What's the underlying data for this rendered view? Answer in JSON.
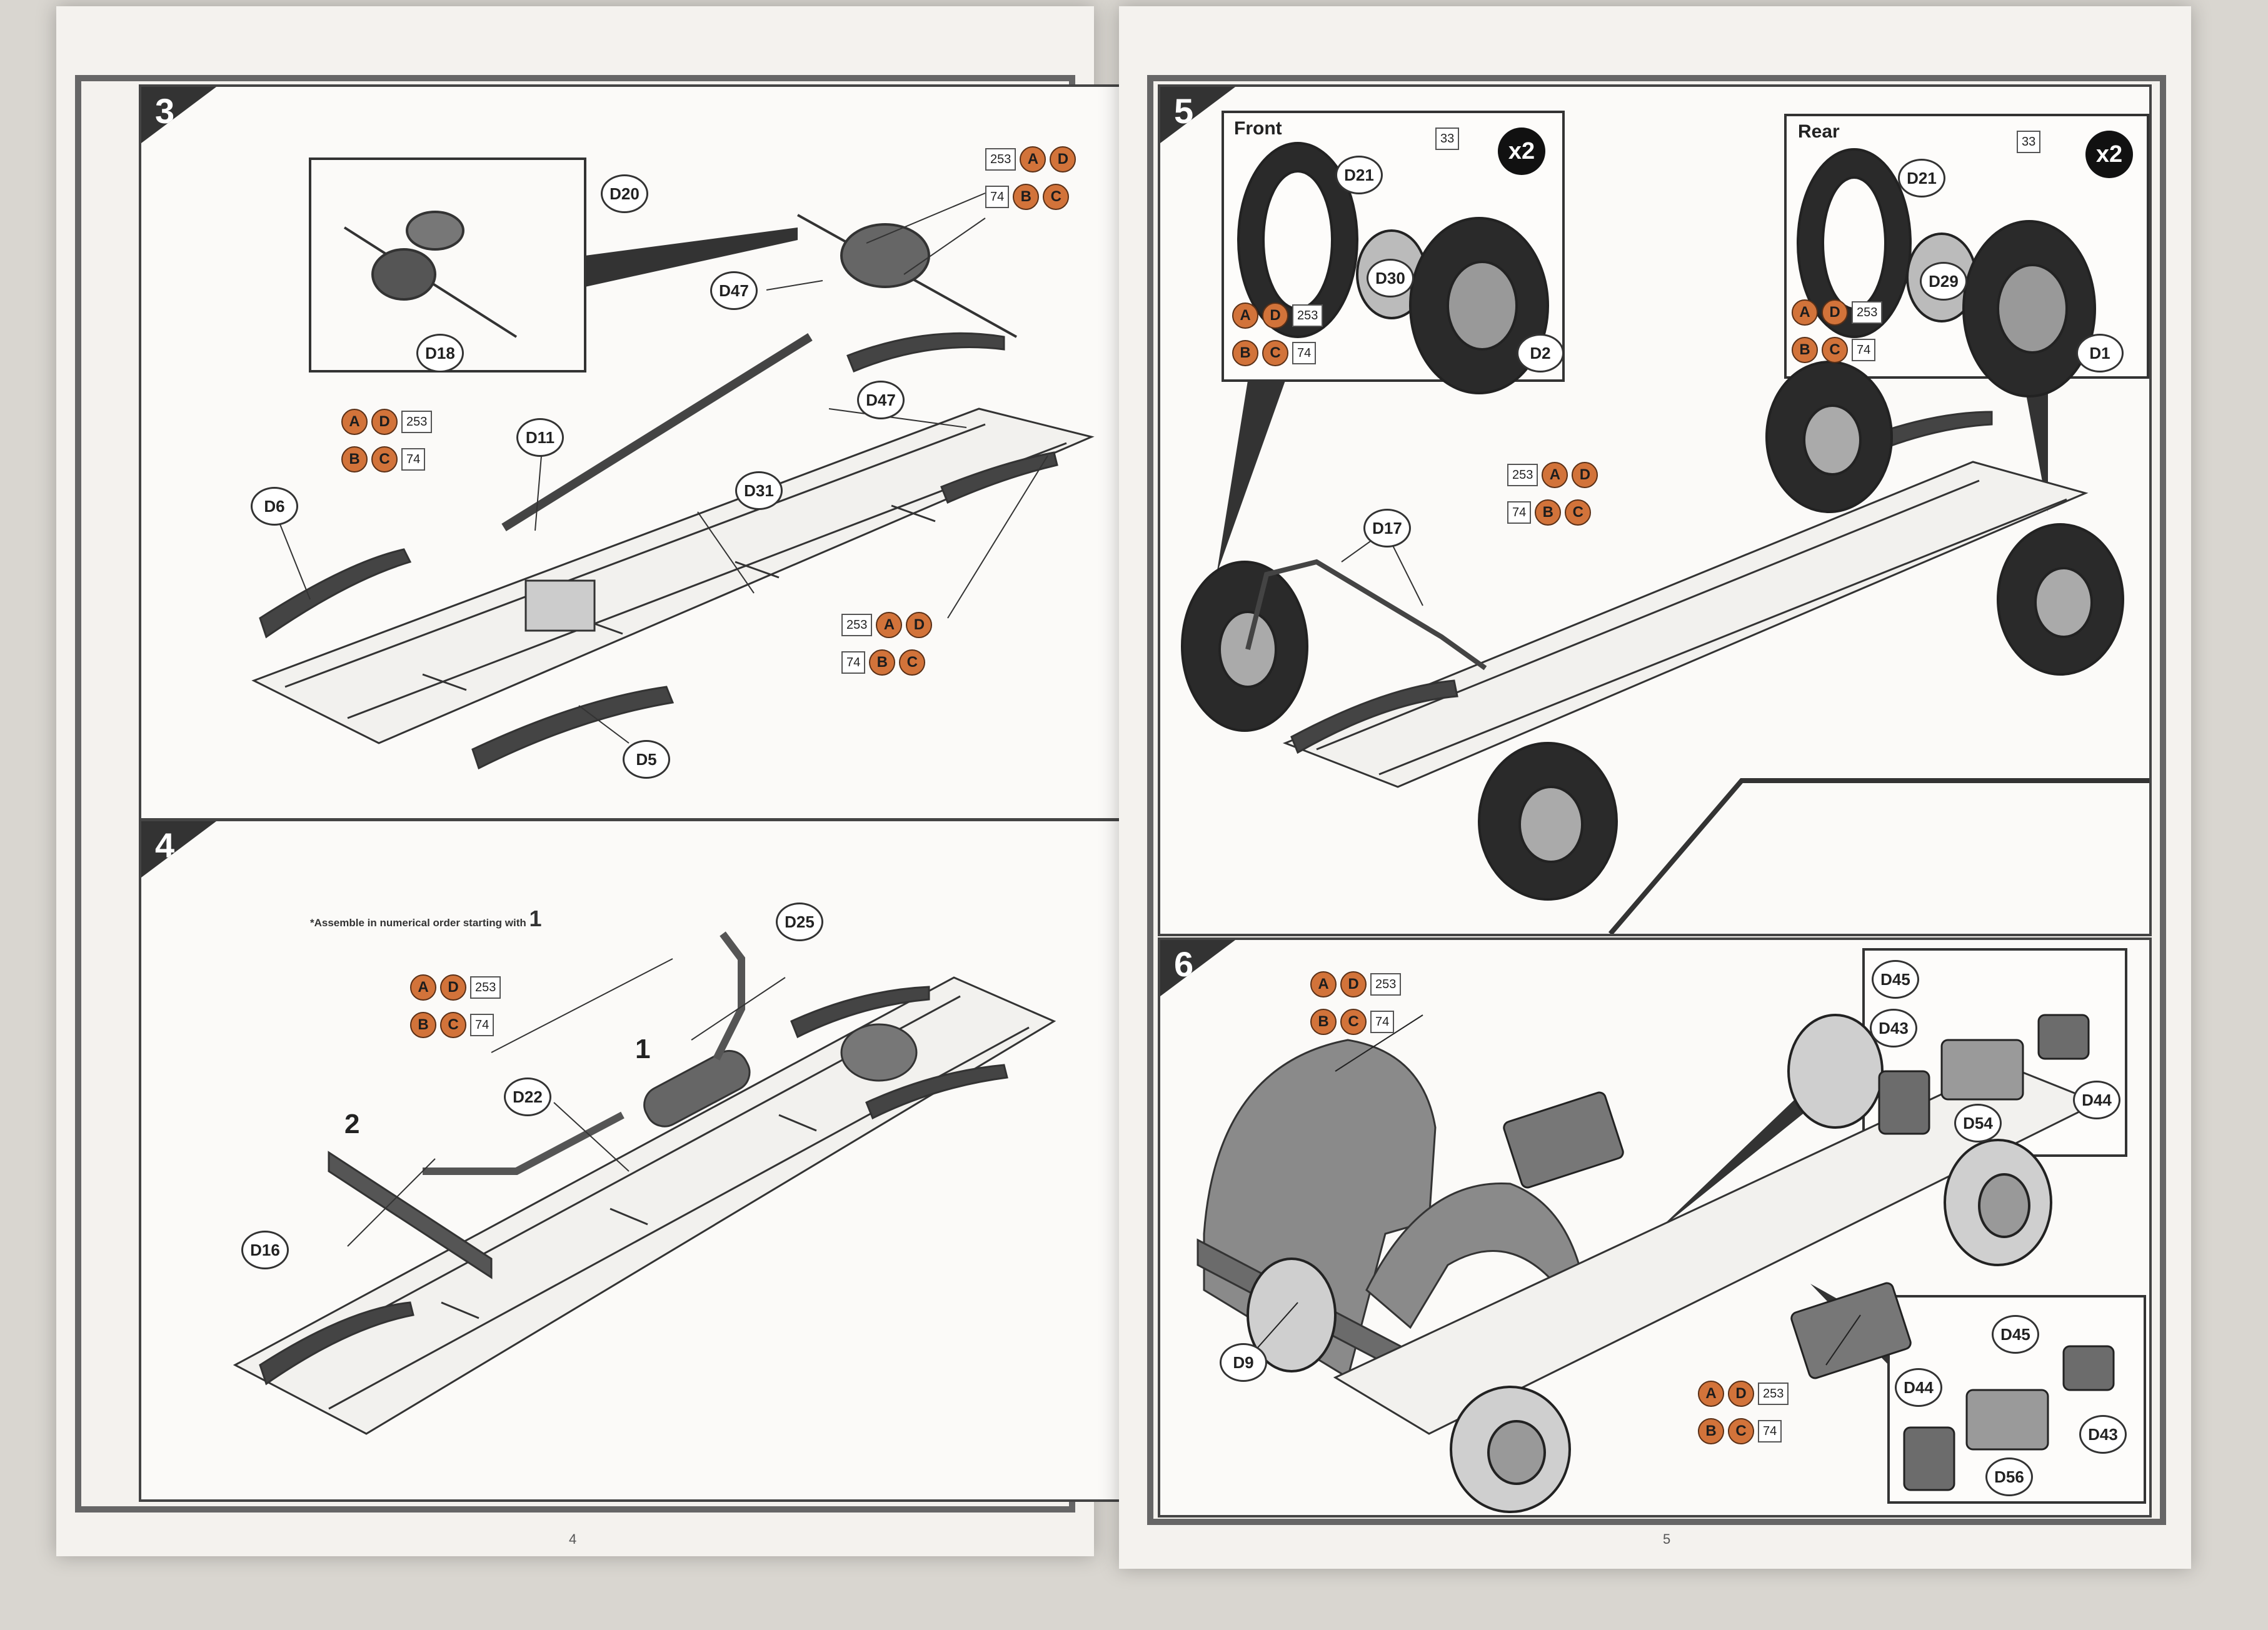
{
  "left_page": {
    "folio": "4",
    "step3": {
      "number": "3",
      "callouts": [
        "D20",
        "D18",
        "D47",
        "D11",
        "D6",
        "D31",
        "D47",
        "D5"
      ],
      "paint_groups": [
        {
          "codes": [
            "253",
            "74"
          ],
          "letters_top": [
            "A",
            "D"
          ],
          "letters_bottom": [
            "B",
            "C"
          ]
        },
        {
          "codes": [
            "253",
            "74"
          ],
          "letters_top": [
            "A",
            "D"
          ],
          "letters_bottom": [
            "B",
            "C"
          ]
        },
        {
          "codes": [
            "253",
            "74"
          ],
          "letters_top": [
            "A",
            "D"
          ],
          "letters_bottom": [
            "B",
            "C"
          ]
        }
      ]
    },
    "step4": {
      "number": "4",
      "note": "*Assemble in numerical order starting with",
      "note_number": "1",
      "callouts": [
        "D25",
        "D22",
        "D16"
      ],
      "order_labels": [
        "1",
        "2"
      ],
      "paint_group": {
        "codes": [
          "253",
          "74"
        ],
        "letters_top": [
          "A",
          "D"
        ],
        "letters_bottom": [
          "B",
          "C"
        ]
      }
    }
  },
  "right_page": {
    "folio": "5",
    "step5": {
      "number": "5",
      "front_inset": {
        "label": "Front",
        "multiplier": "x2",
        "code": "33",
        "callouts": [
          "D21",
          "D30",
          "D2"
        ],
        "paint_group": {
          "codes": [
            "253",
            "74"
          ],
          "letters_top": [
            "A",
            "D"
          ],
          "letters_bottom": [
            "B",
            "C"
          ]
        }
      },
      "rear_inset": {
        "label": "Rear",
        "multiplier": "x2",
        "code": "33",
        "callouts": [
          "D21",
          "D29",
          "D1"
        ],
        "paint_group": {
          "codes": [
            "253",
            "74"
          ],
          "letters_top": [
            "A",
            "D"
          ],
          "letters_bottom": [
            "B",
            "C"
          ]
        }
      },
      "callouts": [
        "D17"
      ],
      "paint_group": {
        "codes": [
          "253",
          "74"
        ],
        "letters_top": [
          "A",
          "D"
        ],
        "letters_bottom": [
          "B",
          "C"
        ]
      }
    },
    "step6": {
      "number": "6",
      "top_inset_callouts": [
        "D45",
        "D43",
        "D54",
        "D44"
      ],
      "bottom_inset_callouts": [
        "D45",
        "D44",
        "D56",
        "D43"
      ],
      "callouts": [
        "D9"
      ],
      "paint_groups": [
        {
          "codes": [
            "253",
            "74"
          ],
          "letters_top": [
            "A",
            "D"
          ],
          "letters_bottom": [
            "B",
            "C"
          ]
        },
        {
          "codes": [
            "253",
            "74"
          ],
          "letters_top": [
            "A",
            "D"
          ],
          "letters_bottom": [
            "B",
            "C"
          ]
        }
      ]
    }
  },
  "colors": {
    "paint_circle": "#d2733a",
    "frame": "#666666",
    "background": "#d9d6d0"
  }
}
